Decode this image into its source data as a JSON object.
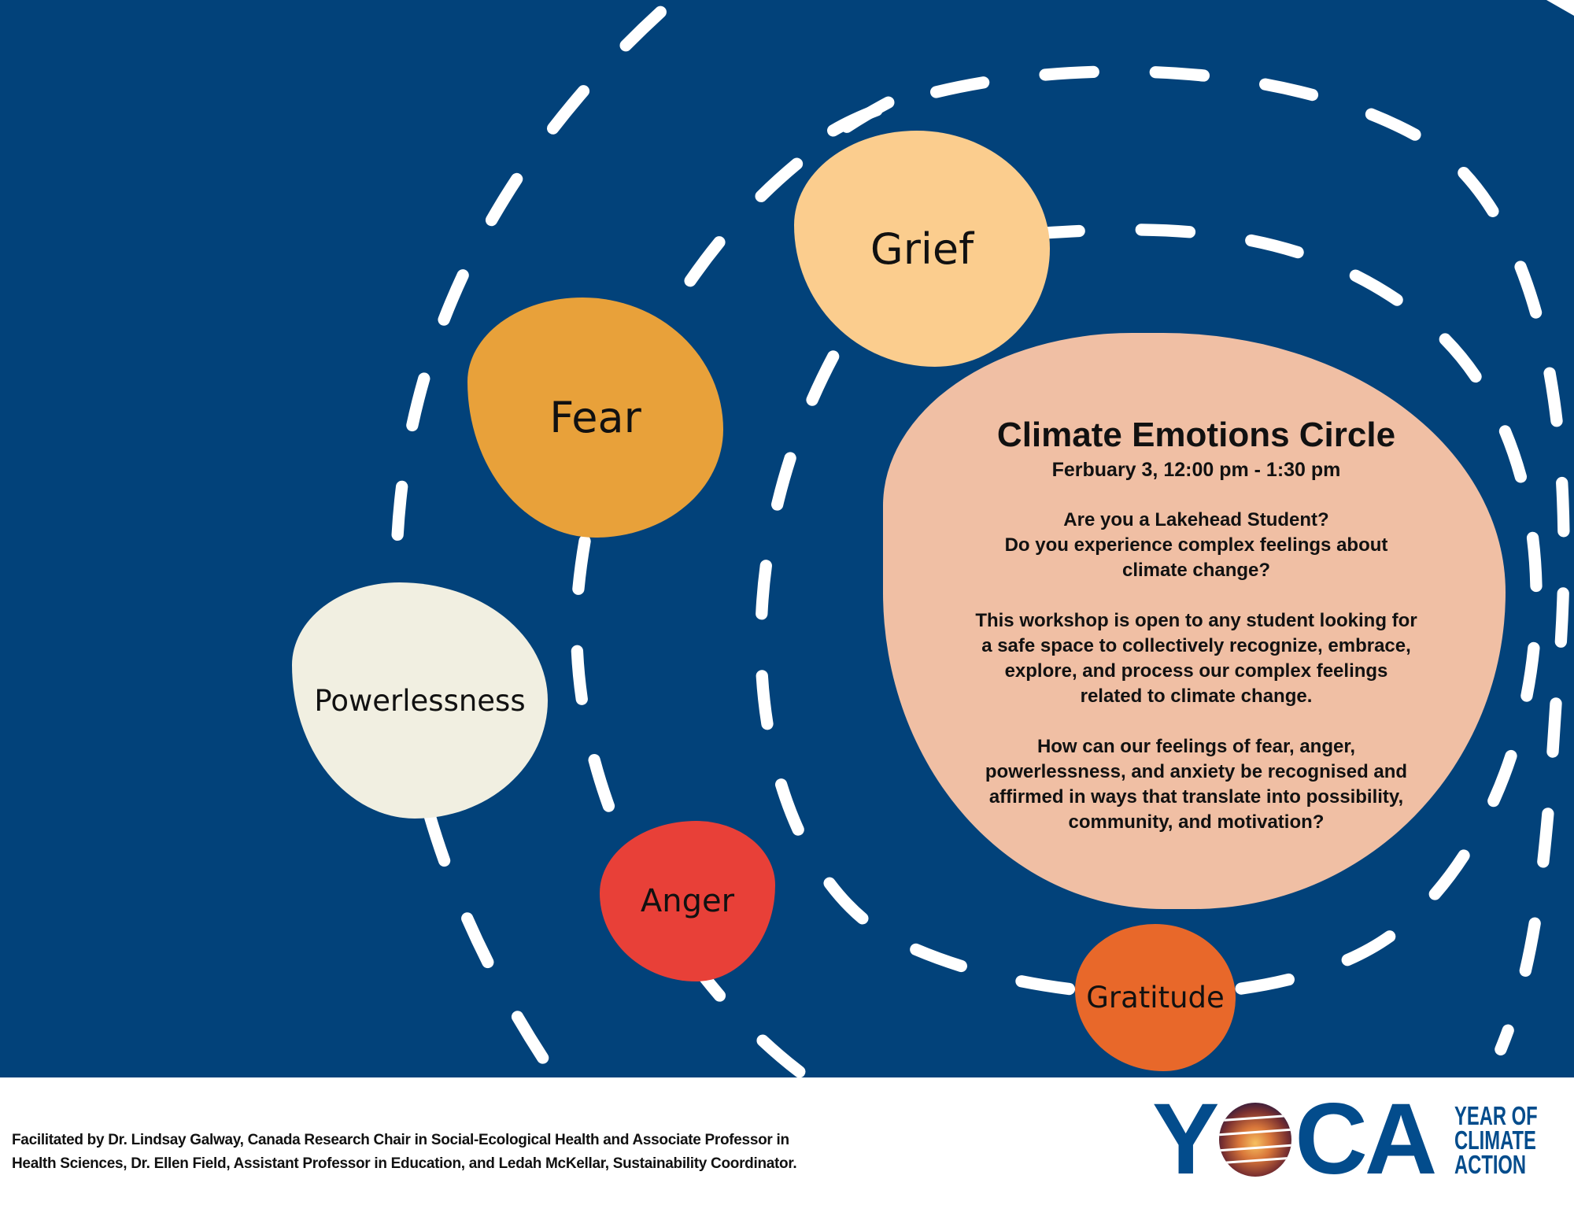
{
  "emotions": {
    "grief": "Grief",
    "fear": "Fear",
    "powerlessness": "Powerlessness",
    "anger": "Anger",
    "gratitude": "Gratitude"
  },
  "event": {
    "title": "Climate Emotions Circle",
    "date": "Ferbuary 3, 12:00 pm - 1:30 pm",
    "para1": [
      "Are you a Lakehead Student?",
      "Do you experience complex feelings about",
      "climate change?"
    ],
    "para2": [
      "This workshop is open to any student looking for",
      "a safe space to collectively recognize, embrace,",
      "explore, and process our complex feelings",
      "related to climate change."
    ],
    "para3": [
      "How can our feelings of fear, anger,",
      "powerlessness, and anxiety be recognised and",
      "affirmed in ways that translate into possibility,",
      "community, and motivation?"
    ]
  },
  "footer": {
    "lines": [
      "Facilitated by Dr. Lindsay Galway, Canada Research Chair in Social-Ecological Health and Associate Professor in",
      "Health Sciences, Dr. Ellen Field, Assistant Professor in Education, and Ledah McKellar, Sustainability Coordinator."
    ]
  },
  "logo": {
    "y": "Y",
    "ca": "CA",
    "tagline": [
      "YEAR OF",
      "CLIMATE",
      "ACTION"
    ]
  },
  "colors": {
    "background": "#02427A",
    "grief": "#FBCD8E",
    "fear": "#E8A13A",
    "powerlessness": "#F1EFE1",
    "anger": "#E84038",
    "gratitude": "#E8682A",
    "info": "#F0BFA4",
    "brand": "#034C8C"
  }
}
